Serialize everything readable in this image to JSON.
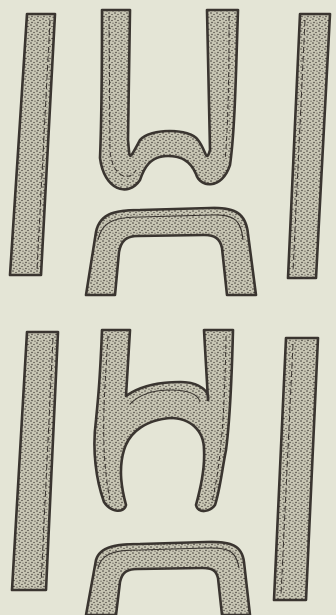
{
  "figure": {
    "background_color": "#e4e5d6",
    "ink_color": "#3a3530",
    "stipple_fill_color": "#c8c6b4",
    "panels": [
      {
        "id": "top",
        "elements": [
          "left-vertical-tube",
          "right-vertical-tube",
          "u-shaped-invagination",
          "inverted-u-arch"
        ]
      },
      {
        "id": "bottom",
        "elements": [
          "left-vertical-tube",
          "right-vertical-tube",
          "horseshoe-invagination",
          "inverted-u-arch"
        ]
      }
    ]
  }
}
